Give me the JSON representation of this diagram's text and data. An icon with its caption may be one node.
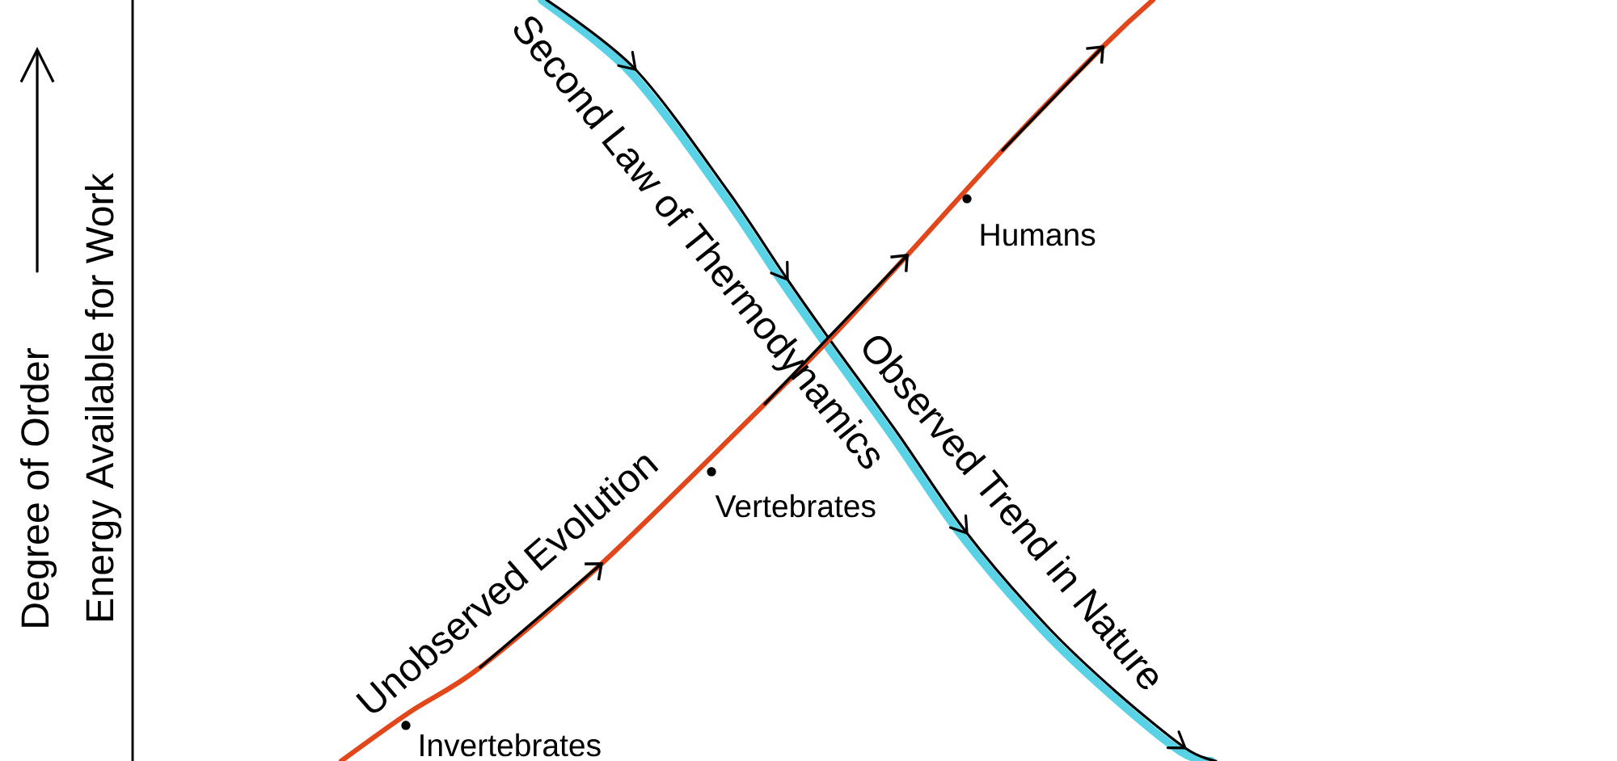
{
  "diagram": {
    "labels": [
      "Degree of Order",
      "Energy Available for Work",
      "Second Law of Thermodynamics",
      "Humans",
      "Observed Trend in Nature",
      "Unobserved Evolution",
      "Vertebrates",
      "Invertebrates"
    ]
  }
}
